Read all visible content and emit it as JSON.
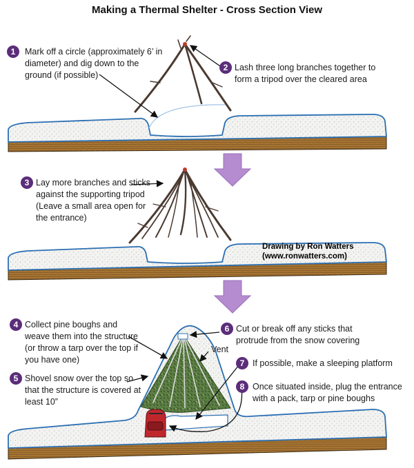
{
  "title": "Making a Thermal Shelter - Cross Section View",
  "steps": [
    {
      "n": "1",
      "text": "Mark off a circle (approximately 6’ in diameter) and dig down to the ground (if possible)"
    },
    {
      "n": "2",
      "text": "Lash three long branches together to form a tripod over the cleared area"
    },
    {
      "n": "3",
      "text": "Lay more branches and sticks against the supporting tripod  (Leave a small area open for the entrance)"
    },
    {
      "n": "4",
      "text": "Collect pine boughs and weave them into the structure (or throw a tarp over the top if you have one)"
    },
    {
      "n": "5",
      "text": "Shovel snow over the top so that the structure is covered at least 10”"
    },
    {
      "n": "6",
      "text": "Cut or break off any sticks that protrude from the snow covering"
    },
    {
      "n": "7",
      "text": "If possible, make a sleeping platform"
    },
    {
      "n": "8",
      "text": "Once situated inside, plug the entrance with a pack, tarp or pine boughs"
    }
  ],
  "credit": {
    "line1": "Drawing by Ron Watters",
    "line2": "(www.ronwatters.com)"
  },
  "vent_label": "Vent",
  "colors": {
    "accent": "#5b2d7a",
    "arrow": "#b58ccf",
    "snow_outline": "#2a6fb3",
    "ground": "#9a6a2e",
    "snow_fill": "#f2f2f0"
  }
}
